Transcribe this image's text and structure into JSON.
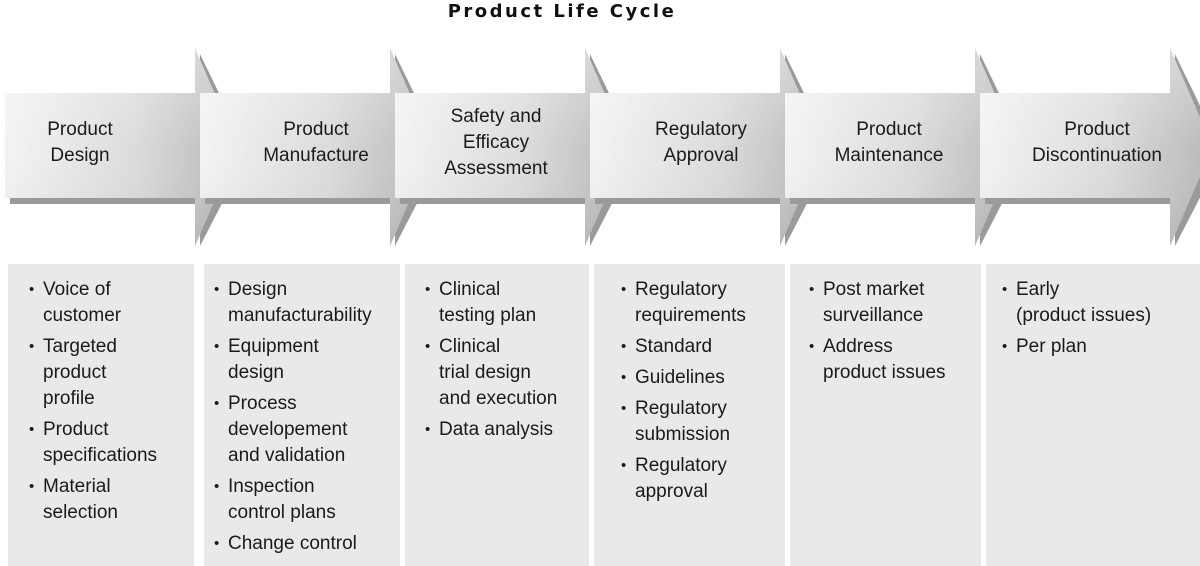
{
  "title": "Product Life Cycle",
  "colors": {
    "arrow_light": "#f2f2f2",
    "arrow_dark": "#b3b3b3",
    "arrow_shadow": "#8f8f8f",
    "panel": "#e9e9e9"
  },
  "stages": [
    {
      "name": "Product Design",
      "lines": [
        "Product",
        "Design"
      ],
      "items": [
        "Voice of customer",
        "Targeted product profile",
        "Product specifications",
        "Material selection"
      ],
      "item_lines": [
        [
          "Voice of",
          "customer"
        ],
        [
          "Targeted",
          "product",
          "profile"
        ],
        [
          "Product",
          "specifications"
        ],
        [
          "Material",
          "selection"
        ]
      ]
    },
    {
      "name": "Product Manufacture",
      "lines": [
        "Product",
        "Manufacture"
      ],
      "items": [
        "Design manufacturability",
        "Equipment design",
        "Process developement and validation",
        "Inspection control plans",
        "Change control"
      ],
      "item_lines": [
        [
          "Design",
          "manufacturability"
        ],
        [
          "Equipment",
          "design"
        ],
        [
          "Process",
          "developement",
          "and validation"
        ],
        [
          "Inspection",
          "control plans"
        ],
        [
          "Change control"
        ]
      ]
    },
    {
      "name": "Safety and Efficacy Assessment",
      "lines": [
        "Safety and",
        "Efficacy",
        "Assessment"
      ],
      "items": [
        "Clinical testing plan",
        "Clinical trial design and execution",
        "Data analysis"
      ],
      "item_lines": [
        [
          "Clinical",
          "testing plan"
        ],
        [
          "Clinical",
          "trial design",
          "and execution"
        ],
        [
          "Data analysis"
        ]
      ]
    },
    {
      "name": "Regulatory Approval",
      "lines": [
        "Regulatory",
        "Approval"
      ],
      "items": [
        "Regulatory requirements",
        "Standard",
        "Guidelines",
        "Regulatory submission",
        "Regulatory approval"
      ],
      "item_lines": [
        [
          "Regulatory",
          "requirements"
        ],
        [
          "Standard"
        ],
        [
          "Guidelines"
        ],
        [
          "Regulatory",
          "submission"
        ],
        [
          "Regulatory",
          "approval"
        ]
      ]
    },
    {
      "name": "Product Maintenance",
      "lines": [
        "Product",
        "Maintenance"
      ],
      "items": [
        "Post market surveillance",
        "Address product issues"
      ],
      "item_lines": [
        [
          "Post market",
          "surveillance"
        ],
        [
          "Address",
          "product issues"
        ]
      ]
    },
    {
      "name": "Product Discontinuation",
      "lines": [
        "Product",
        "Discontinuation"
      ],
      "items": [
        "Early (product issues)",
        "Per plan"
      ],
      "item_lines": [
        [
          "Early",
          "(product issues)"
        ],
        [
          "Per plan"
        ]
      ]
    }
  ]
}
